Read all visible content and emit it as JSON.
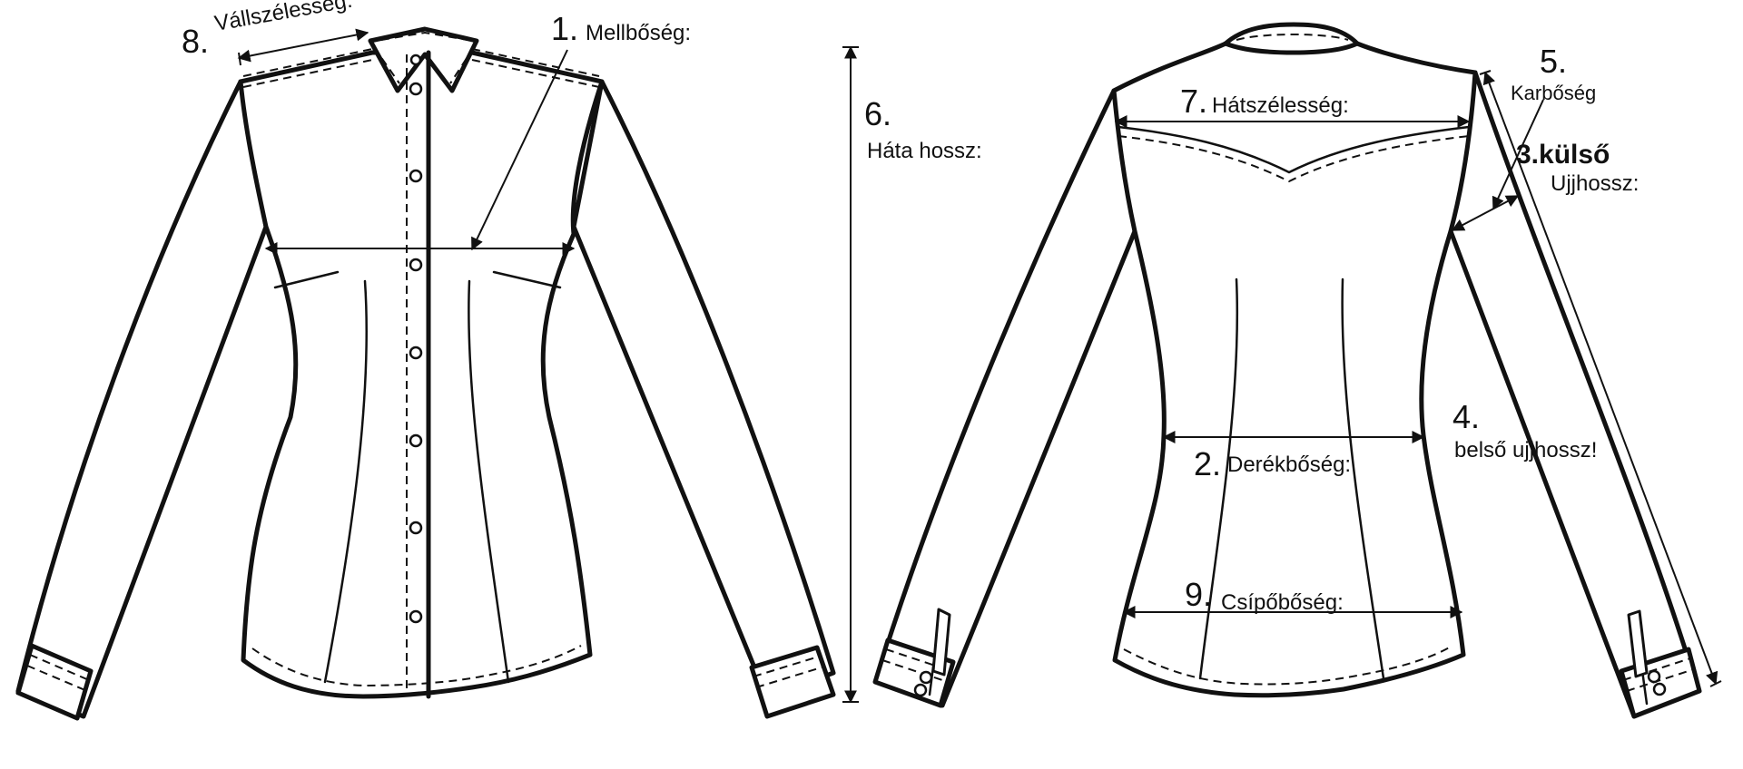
{
  "labels": {
    "m1": {
      "number": "1.",
      "text": "Mellbőség:"
    },
    "m2": {
      "number": "2.",
      "text": "Derékbőség:"
    },
    "m3": {
      "number": "3.külső",
      "text": "Ujjhossz:"
    },
    "m4": {
      "number": "4.",
      "text": "belső  ujjhossz!"
    },
    "m5": {
      "number": "5.",
      "text": "Karbőség"
    },
    "m6": {
      "number": "6.",
      "text": "Háta hossz:"
    },
    "m7": {
      "number": "7.",
      "text": "Hátszélesség:"
    },
    "m8": {
      "number": "8.",
      "text": "Vállszélesség:"
    },
    "m9": {
      "number": "9.",
      "text": "Csípőbőség:"
    }
  },
  "colors": {
    "line": "#111111",
    "background": "#ffffff"
  }
}
